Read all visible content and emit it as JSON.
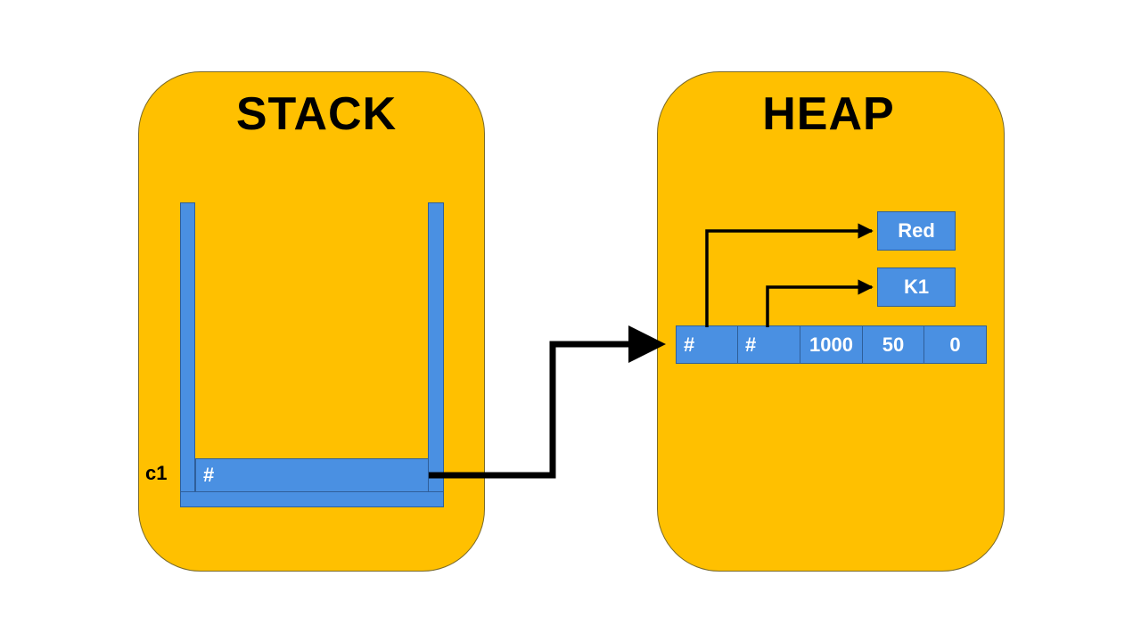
{
  "stack": {
    "title": "STACK",
    "variable_name": "c1",
    "cell_value": "#"
  },
  "heap": {
    "title": "HEAP",
    "object_fields": [
      "#",
      "#",
      "1000",
      "50",
      "0"
    ],
    "strings": [
      "Red",
      "K1"
    ]
  },
  "colors": {
    "region_fill": "#FFC000",
    "cell_fill": "#4A90E2",
    "text_on_cell": "#FFFFFF",
    "arrow": "#000000"
  }
}
